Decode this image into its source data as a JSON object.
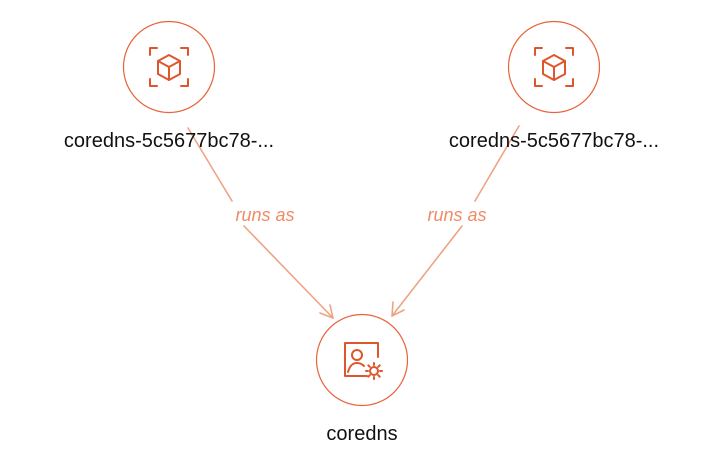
{
  "graph": {
    "accent_color": "#e8623a",
    "edge_color": "#f0a384",
    "nodes": [
      {
        "id": "pod-1",
        "kind": "pod",
        "icon": "cube-icon",
        "label": "coredns-5c5677bc78-..."
      },
      {
        "id": "pod-2",
        "kind": "pod",
        "icon": "cube-icon",
        "label": "coredns-5c5677bc78-..."
      },
      {
        "id": "sa",
        "kind": "service-account",
        "icon": "service-account-icon",
        "label": "coredns"
      }
    ],
    "edges": [
      {
        "from": "pod-1",
        "to": "sa",
        "label": "runs as"
      },
      {
        "from": "pod-2",
        "to": "sa",
        "label": "runs as"
      }
    ]
  }
}
